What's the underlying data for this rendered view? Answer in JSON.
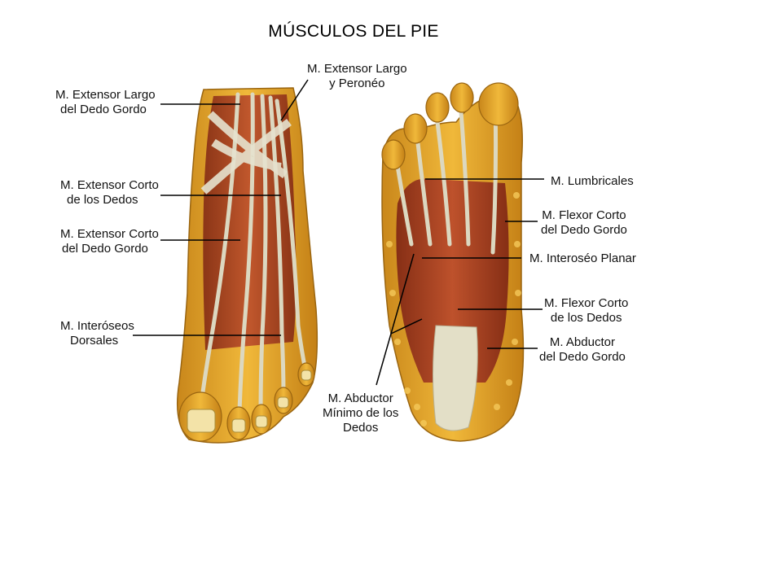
{
  "title": "MÚSCULOS DEL PIE",
  "labels": {
    "ext_largo_dedo_gordo": [
      "M. Extensor Largo",
      "del Dedo Gordo"
    ],
    "ext_largo_peroneo": [
      "M. Extensor Largo",
      "y Peronéo"
    ],
    "ext_corto_dedos": [
      "M. Extensor Corto",
      "de los Dedos"
    ],
    "ext_corto_dedo_gordo": [
      "M. Extensor Corto",
      "del Dedo Gordo"
    ],
    "interoseos_dorsales": [
      "M. Interóseos",
      "Dorsales"
    ],
    "abductor_minimo": [
      "M. Abductor",
      "Mínimo de los",
      "Dedos"
    ],
    "lumbricales": [
      "M. Lumbricales"
    ],
    "flexor_corto_dedo_gordo": [
      "M. Flexor Corto",
      "del Dedo Gordo"
    ],
    "interoseo_planar": [
      "M. Interoséo Planar"
    ],
    "flexor_corto_dedos": [
      "M. Flexor Corto",
      "de los Dedos"
    ],
    "abductor_dedo_gordo": [
      "M. Abductor",
      "del Dedo Gordo"
    ]
  },
  "colors": {
    "fat": "#e8a92a",
    "muscle": "#a83a22",
    "tendon": "#d9d6bf",
    "nail": "#f3e3a8",
    "leader": "#000000"
  }
}
